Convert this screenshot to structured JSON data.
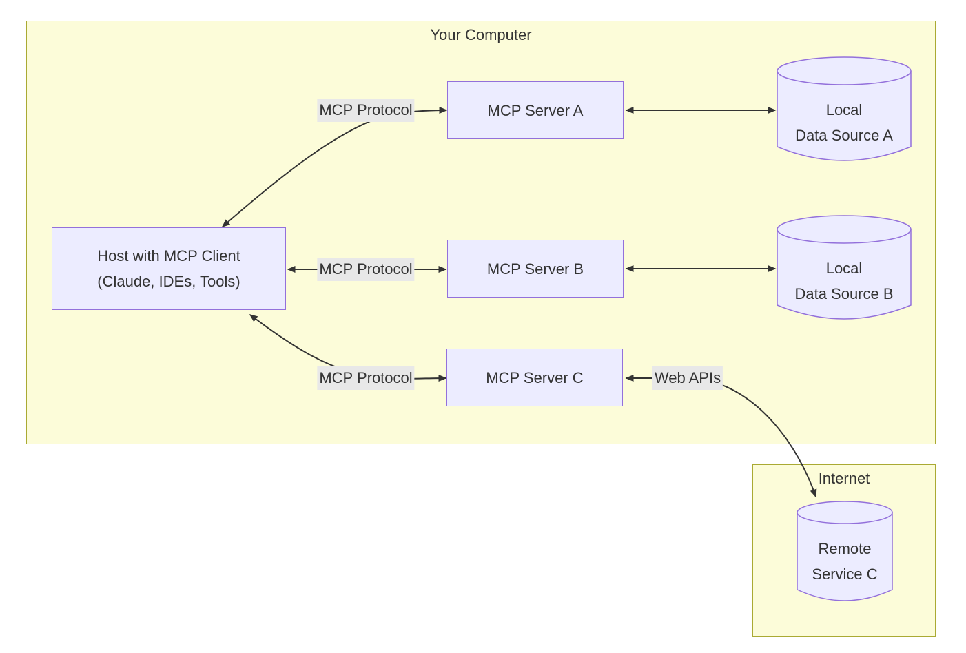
{
  "clusters": {
    "computer": "Your Computer",
    "internet": "Internet"
  },
  "nodes": {
    "host": {
      "line1": "Host with MCP Client",
      "line2": "(Claude, IDEs, Tools)"
    },
    "server_a": {
      "label": "MCP Server A"
    },
    "server_b": {
      "label": "MCP Server B"
    },
    "server_c": {
      "label": "MCP Server C"
    },
    "data_a": {
      "line1": "Local",
      "line2": "Data Source A"
    },
    "data_b": {
      "line1": "Local",
      "line2": "Data Source B"
    },
    "remote_c": {
      "line1": "Remote",
      "line2": "Service C"
    }
  },
  "edge_labels": {
    "protocol_a": "MCP Protocol",
    "protocol_b": "MCP Protocol",
    "protocol_c": "MCP Protocol",
    "web_apis": "Web APIs"
  },
  "edges": [
    {
      "from": "host",
      "to": "server_a",
      "label": "MCP Protocol",
      "bidirectional": true
    },
    {
      "from": "host",
      "to": "server_b",
      "label": "MCP Protocol",
      "bidirectional": true
    },
    {
      "from": "host",
      "to": "server_c",
      "label": "MCP Protocol",
      "bidirectional": true
    },
    {
      "from": "server_a",
      "to": "data_a",
      "label": "",
      "bidirectional": true
    },
    {
      "from": "server_b",
      "to": "data_b",
      "label": "",
      "bidirectional": true
    },
    {
      "from": "server_c",
      "to": "remote_c",
      "label": "Web APIs",
      "bidirectional": true
    }
  ],
  "colors": {
    "cluster_fill": "#fcfcd9",
    "cluster_border": "#aaaa33",
    "node_fill": "#ececff",
    "node_border": "#9370db",
    "edge": "#333333",
    "edge_label_bg": "#e8e8e8",
    "text": "#333333"
  }
}
